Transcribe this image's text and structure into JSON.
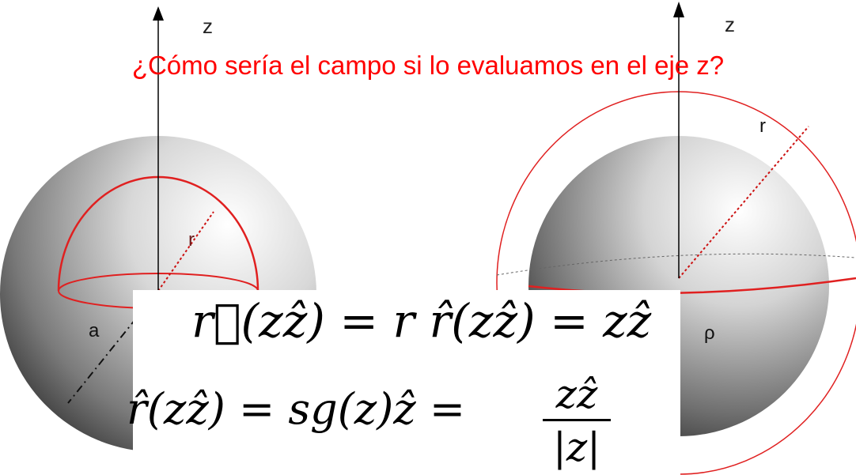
{
  "question": "¿Cómo sería el campo si lo evaluamos en el eje z?",
  "colors": {
    "accent": "#ff0000",
    "axis": "#000000",
    "sphere_circle": "#d42020"
  },
  "left_diagram": {
    "axis_label": "z",
    "radius_label": "r",
    "sphere_radius_label": "a"
  },
  "right_diagram": {
    "axis_label": "z",
    "radius_label": "r",
    "sphere_radius_label": "ρ"
  },
  "equations": {
    "line1": "r⃗(zẑ) = r r̂(zẑ) = zẑ",
    "line2_left": "r̂(zẑ) = sg(z)ẑ =",
    "fraction_numerator": "zẑ",
    "fraction_denominator": "|z|"
  }
}
